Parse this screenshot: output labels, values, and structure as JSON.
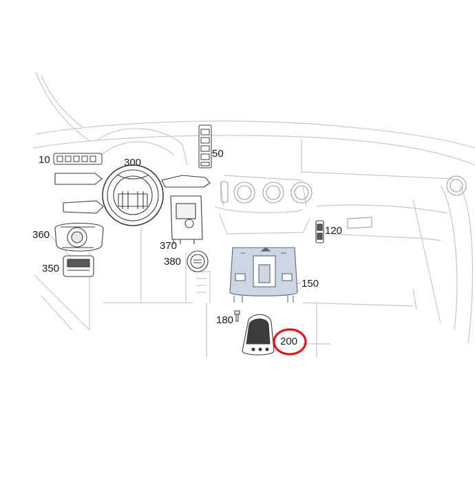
{
  "diagram": {
    "callouts": [
      {
        "id": "10",
        "label": "10"
      },
      {
        "id": "50",
        "label": "50"
      },
      {
        "id": "120",
        "label": "120"
      },
      {
        "id": "150",
        "label": "150"
      },
      {
        "id": "180",
        "label": "180"
      },
      {
        "id": "200",
        "label": "200"
      },
      {
        "id": "300",
        "label": "300"
      },
      {
        "id": "350",
        "label": "350"
      },
      {
        "id": "360",
        "label": "360"
      },
      {
        "id": "370",
        "label": "370"
      },
      {
        "id": "380",
        "label": "380"
      }
    ],
    "highlighted_callout": "200",
    "colors": {
      "outline": "#bfc3c8",
      "part_stroke": "#3a3a3a",
      "console_fill": "#cdd6e3",
      "highlight_ring": "#e0141e"
    }
  }
}
